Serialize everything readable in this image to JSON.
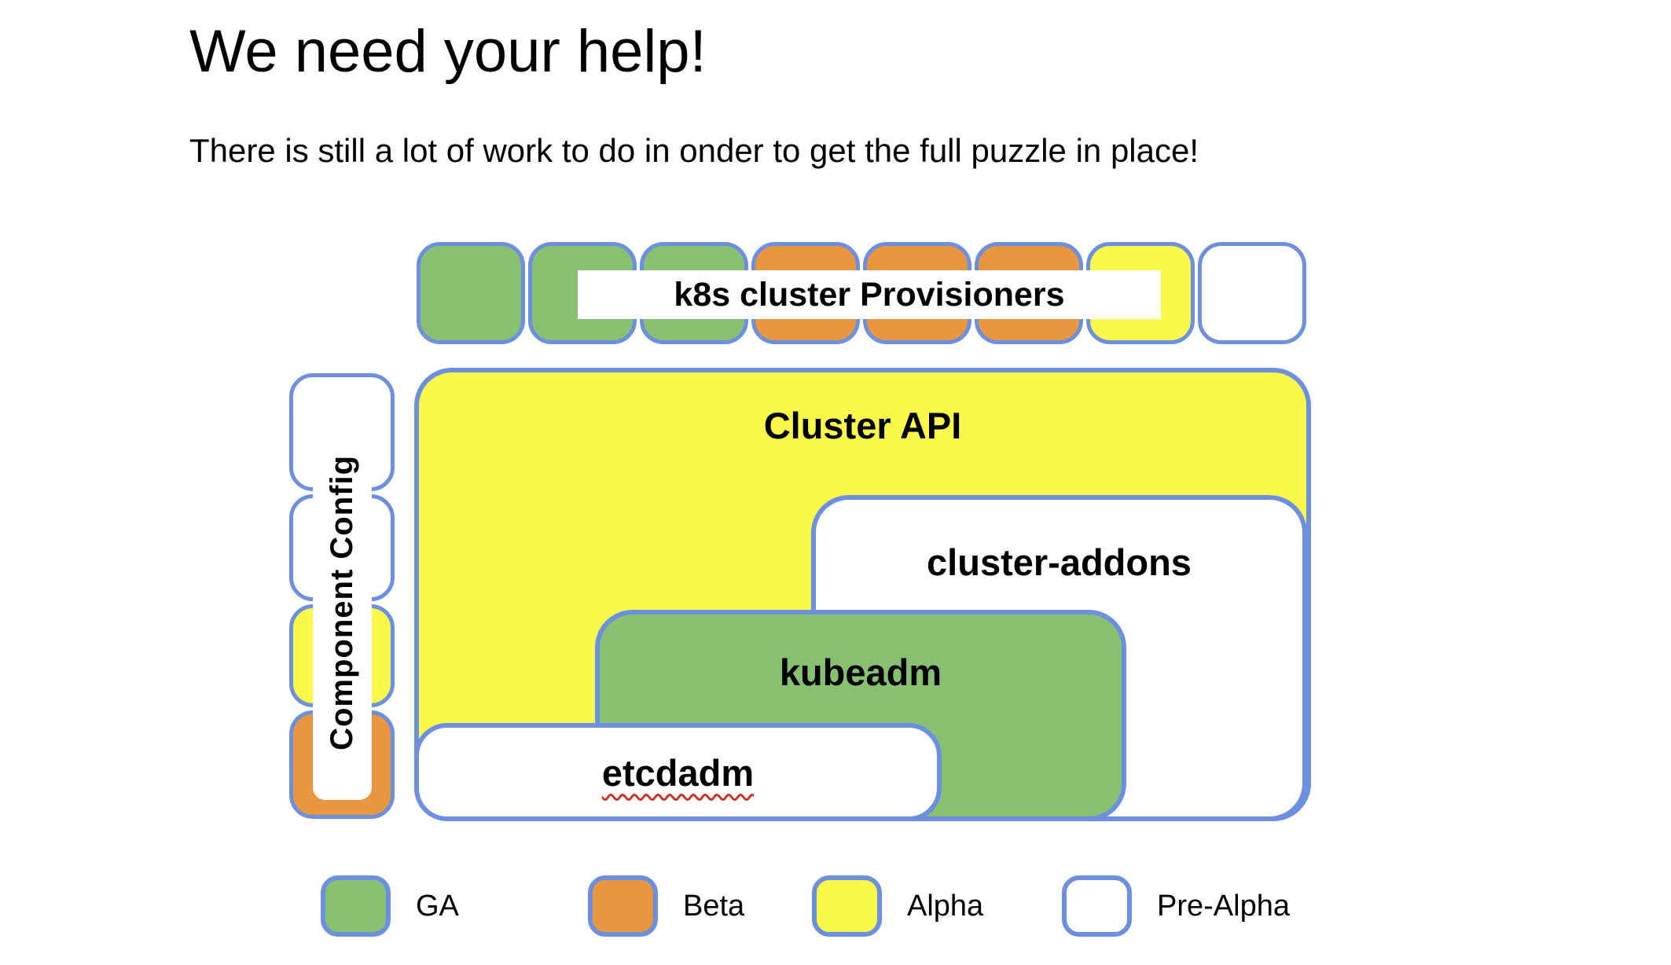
{
  "page": {
    "title": "We need your help!",
    "subtitle": "There is still a lot of work to do in onder to get the full puzzle in place!"
  },
  "colors": {
    "green": "#88c071",
    "orange": "#e8973e",
    "yellow": "#fcf94d",
    "white": "#ffffff",
    "border_blue": "#6d8fe0",
    "squiggle_red": "#cc342b",
    "text": "#000000"
  },
  "diagram": {
    "provisioners": {
      "label": "k8s cluster Provisioners",
      "squares": [
        {
          "status": "GA",
          "color": "green"
        },
        {
          "status": "GA",
          "color": "green"
        },
        {
          "status": "GA",
          "color": "green"
        },
        {
          "status": "Beta",
          "color": "orange"
        },
        {
          "status": "Beta",
          "color": "orange"
        },
        {
          "status": "Beta",
          "color": "orange"
        },
        {
          "status": "Alpha",
          "color": "yellow"
        },
        {
          "status": "Pre-Alpha",
          "color": "white"
        }
      ]
    },
    "component_config": {
      "label": "Component Config",
      "segments": [
        {
          "status": "Pre-Alpha",
          "color": "white"
        },
        {
          "status": "Pre-Alpha",
          "color": "white"
        },
        {
          "status": "Alpha",
          "color": "yellow"
        },
        {
          "status": "Beta",
          "color": "orange"
        }
      ]
    },
    "cluster_api": {
      "label": "Cluster API",
      "status": "Alpha",
      "color": "yellow"
    },
    "cluster_addons": {
      "label": "cluster-addons",
      "status": "Pre-Alpha",
      "color": "white"
    },
    "kubeadm": {
      "label": "kubeadm",
      "status": "GA",
      "color": "green"
    },
    "etcdadm": {
      "label": "etcdadm",
      "status": "Pre-Alpha",
      "color": "white",
      "spellcheck_underline": true
    }
  },
  "legend": {
    "items": [
      {
        "label": "GA",
        "color": "green"
      },
      {
        "label": "Beta",
        "color": "orange"
      },
      {
        "label": "Alpha",
        "color": "yellow"
      },
      {
        "label": "Pre-Alpha",
        "color": "white"
      }
    ]
  }
}
